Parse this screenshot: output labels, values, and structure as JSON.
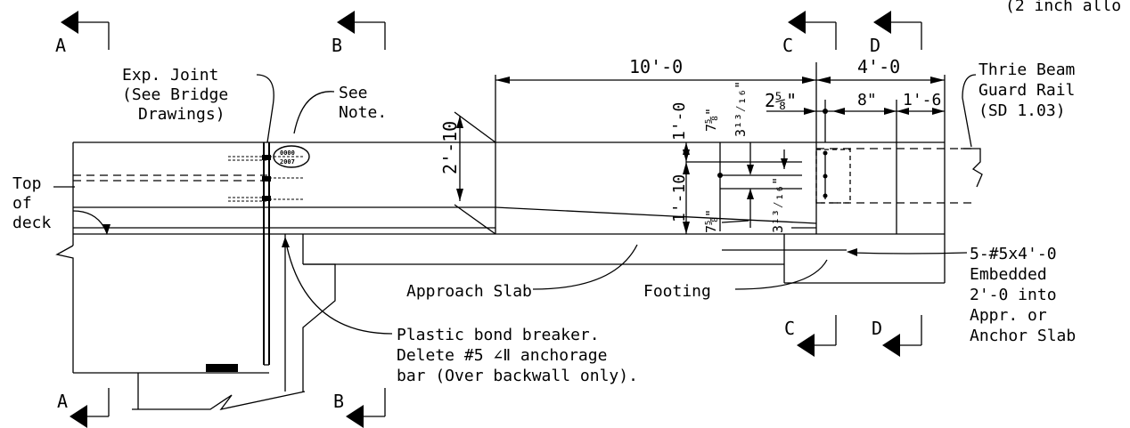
{
  "section_marks": {
    "a_top": "A",
    "a_bottom": "A",
    "b_top": "B",
    "b_bottom": "B",
    "c_top": "C",
    "c_bottom": "C",
    "d_top": "D",
    "d_bottom": "D"
  },
  "labels": {
    "corner_note": "(2 inch allo",
    "exp_joint": [
      "Exp. Joint",
      "(See Bridge",
      "Drawings)"
    ],
    "see_note": [
      "See",
      "Note."
    ],
    "thrie_beam": [
      "Thrie Beam",
      "Guard Rail",
      "(SD 1.03)"
    ],
    "top_of_deck": [
      "Top",
      "of",
      "deck"
    ],
    "approach_slab": "Approach Slab",
    "footing": "Footing",
    "embedded": [
      "5-#5x4'-0",
      "Embedded",
      "2'-0 into",
      "Appr. or",
      "Anchor Slab"
    ],
    "bond_breaker": [
      "Plastic bond breaker.",
      "Delete #5 ∠Ⅱ anchorage",
      "bar (Over backwall only)."
    ],
    "stamp": [
      "0000",
      "2007"
    ]
  },
  "dimensions": {
    "ten_ft": "10'-0",
    "four_ft": "4'-0",
    "two_ten": "2'-10",
    "one_zero": "1'-0",
    "one_ten": "1'-10",
    "seven_five_eighths_top": "7⅝\"",
    "seven_five_eighths_bot": "7⅝\"",
    "three_thirteen_top": "3¹³⁄₁₆\"",
    "three_thirteen_bot": "3¹³⁄₁₆\"",
    "two_five_eighths": "2⅝\"",
    "eight_in": "8\"",
    "one_six": "1'-6"
  }
}
